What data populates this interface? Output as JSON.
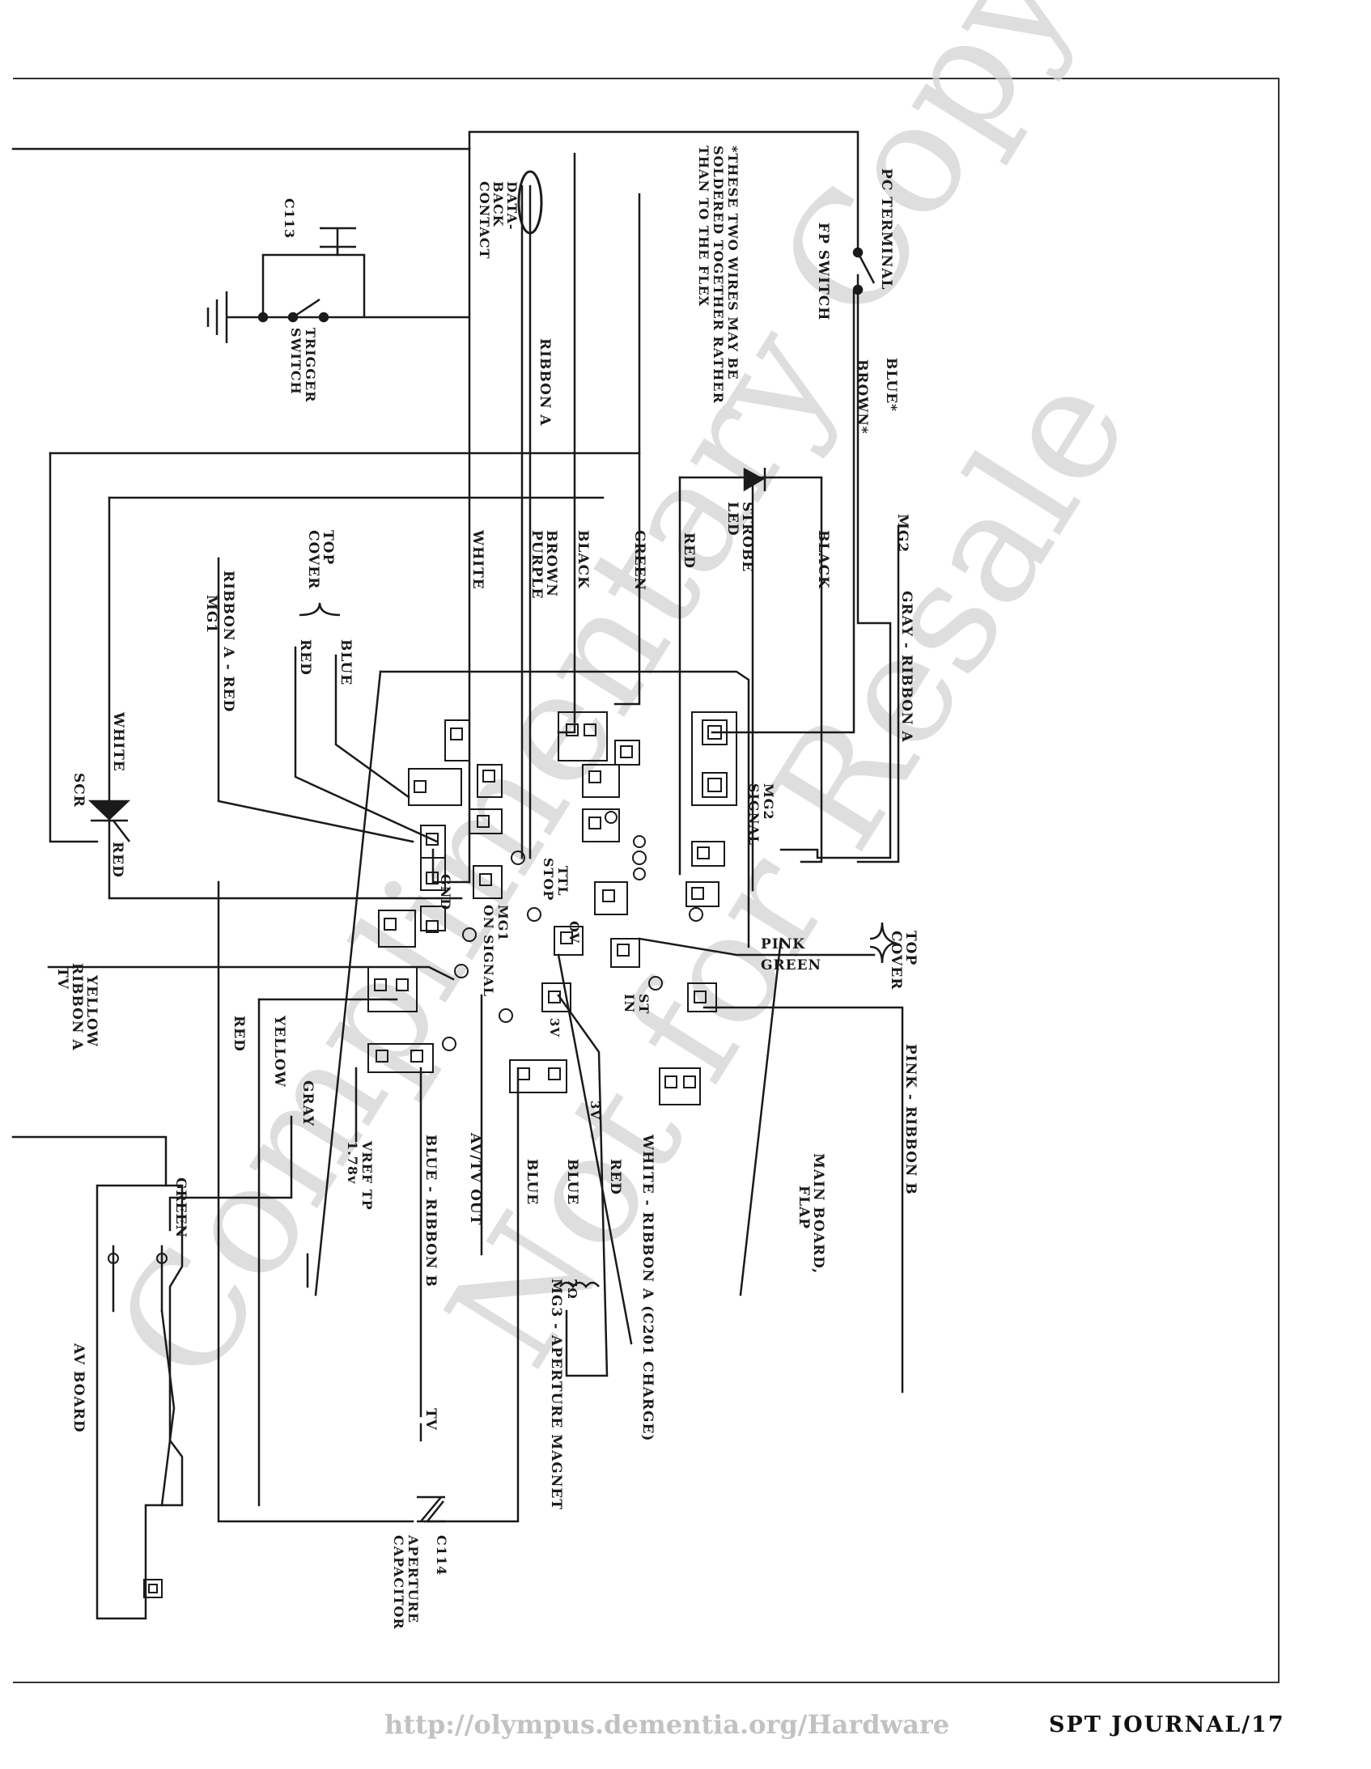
{
  "watermark": {
    "line1": "Complimentary Copy",
    "line2": "Not for Resale"
  },
  "footer": {
    "url": "http://olympus.dementia.org/Hardware",
    "journal": "SPT JOURNAL/17"
  },
  "labels": {
    "pc_terminal": "PC TERMINAL",
    "fp_switch": "FP SWITCH",
    "blue_star": "BLUE*",
    "brown_star": "BROWN*",
    "note_line1": "*THESE TWO WIRES MAY BE",
    "note_line2": "SOLDERED TOGETHER RATHER",
    "note_line3": "THAN TO THE FLEX",
    "data_back_1": "DATA-",
    "data_back_2": "BACK",
    "data_back_3": "CONTACT",
    "c113": "C113",
    "trigger_1": "TRIGGER",
    "trigger_2": "SWITCH",
    "ribbon_a": "RIBBON A",
    "mg2": "MG2",
    "gray_ribbon_a": "GRAY - RIBBON A",
    "black_1": "BLACK",
    "strobe_1": "STROBE",
    "strobe_2": "LED",
    "red_1": "RED",
    "green_1": "GREEN",
    "black_2": "BLACK",
    "brown": "BROWN",
    "purple": "PURPLE",
    "white_1": "WHITE",
    "top_cover_1": "TOP",
    "top_cover_2": "COVER",
    "blue_1": "BLUE",
    "red_2": "RED",
    "ribbon_a_red": "RIBBON A - RED",
    "mg1": "MG1",
    "white_2": "WHITE",
    "scr": "SCR",
    "red_3": "RED",
    "mg2_signal_1": "MG2",
    "mg2_signal_2": "SIGNAL",
    "ttl_1": "TTL",
    "ttl_2": "STOP",
    "mg1_on_1": "MG1",
    "mg1_on_2": "ON SIGNAL",
    "gnd": "GND",
    "ov": "OV",
    "st_1": "ST",
    "st_2": "IN",
    "pink": "PINK",
    "green_2": "GREEN",
    "top_cover_r1": "TOP",
    "top_cover_r2": "COVER",
    "pink_ribbon_b": "PINK - RIBBON B",
    "v3_a": "3V",
    "v3_b": "3V",
    "yellow_1": "YELLOW",
    "ribbon_a_2": "RIBBON A",
    "tv_1": "TV",
    "red_4": "RED",
    "yellow_2": "YELLOW",
    "gray": "GRAY",
    "vref_1": "VREF TP",
    "vref_2": "1.78v",
    "blue_ribbon_b": "BLUE - RIBBON B",
    "av_tv_out": "AV/TV OUT",
    "blue_2": "BLUE",
    "blue_3": "BLUE",
    "red_5": "RED",
    "white_ribbon_a": "WHITE - RIBBON A (C201 CHARGE)",
    "main_board_1": "MAIN BOARD,",
    "main_board_2": "FLAP",
    "green_3": "GREEN",
    "av_board": "AV BOARD",
    "tv_2": "TV",
    "ohm": "7Ω",
    "mg3": "MG3 - APERTURE MAGNET",
    "c114": "C114",
    "aperture_1": "APERTURE",
    "aperture_2": "CAPACITOR"
  }
}
